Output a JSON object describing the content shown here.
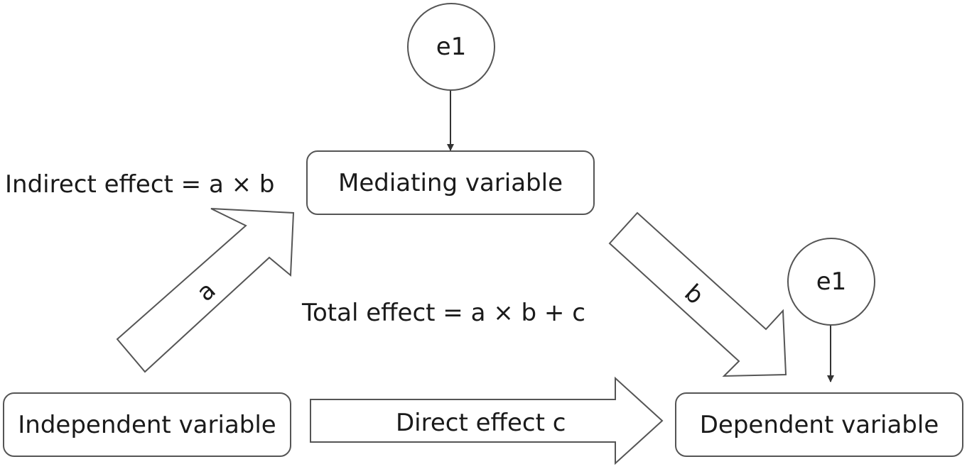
{
  "nodes": {
    "error_top": "e1",
    "error_right": "e1",
    "mediator": "Mediating variable",
    "independent": "Independent variable",
    "dependent": "Dependent variable"
  },
  "paths": {
    "a": "a",
    "b": "b",
    "direct": "Direct effect c"
  },
  "annotations": {
    "indirect": "Indirect effect = a × b",
    "total": "Total effect = a × b + c"
  }
}
